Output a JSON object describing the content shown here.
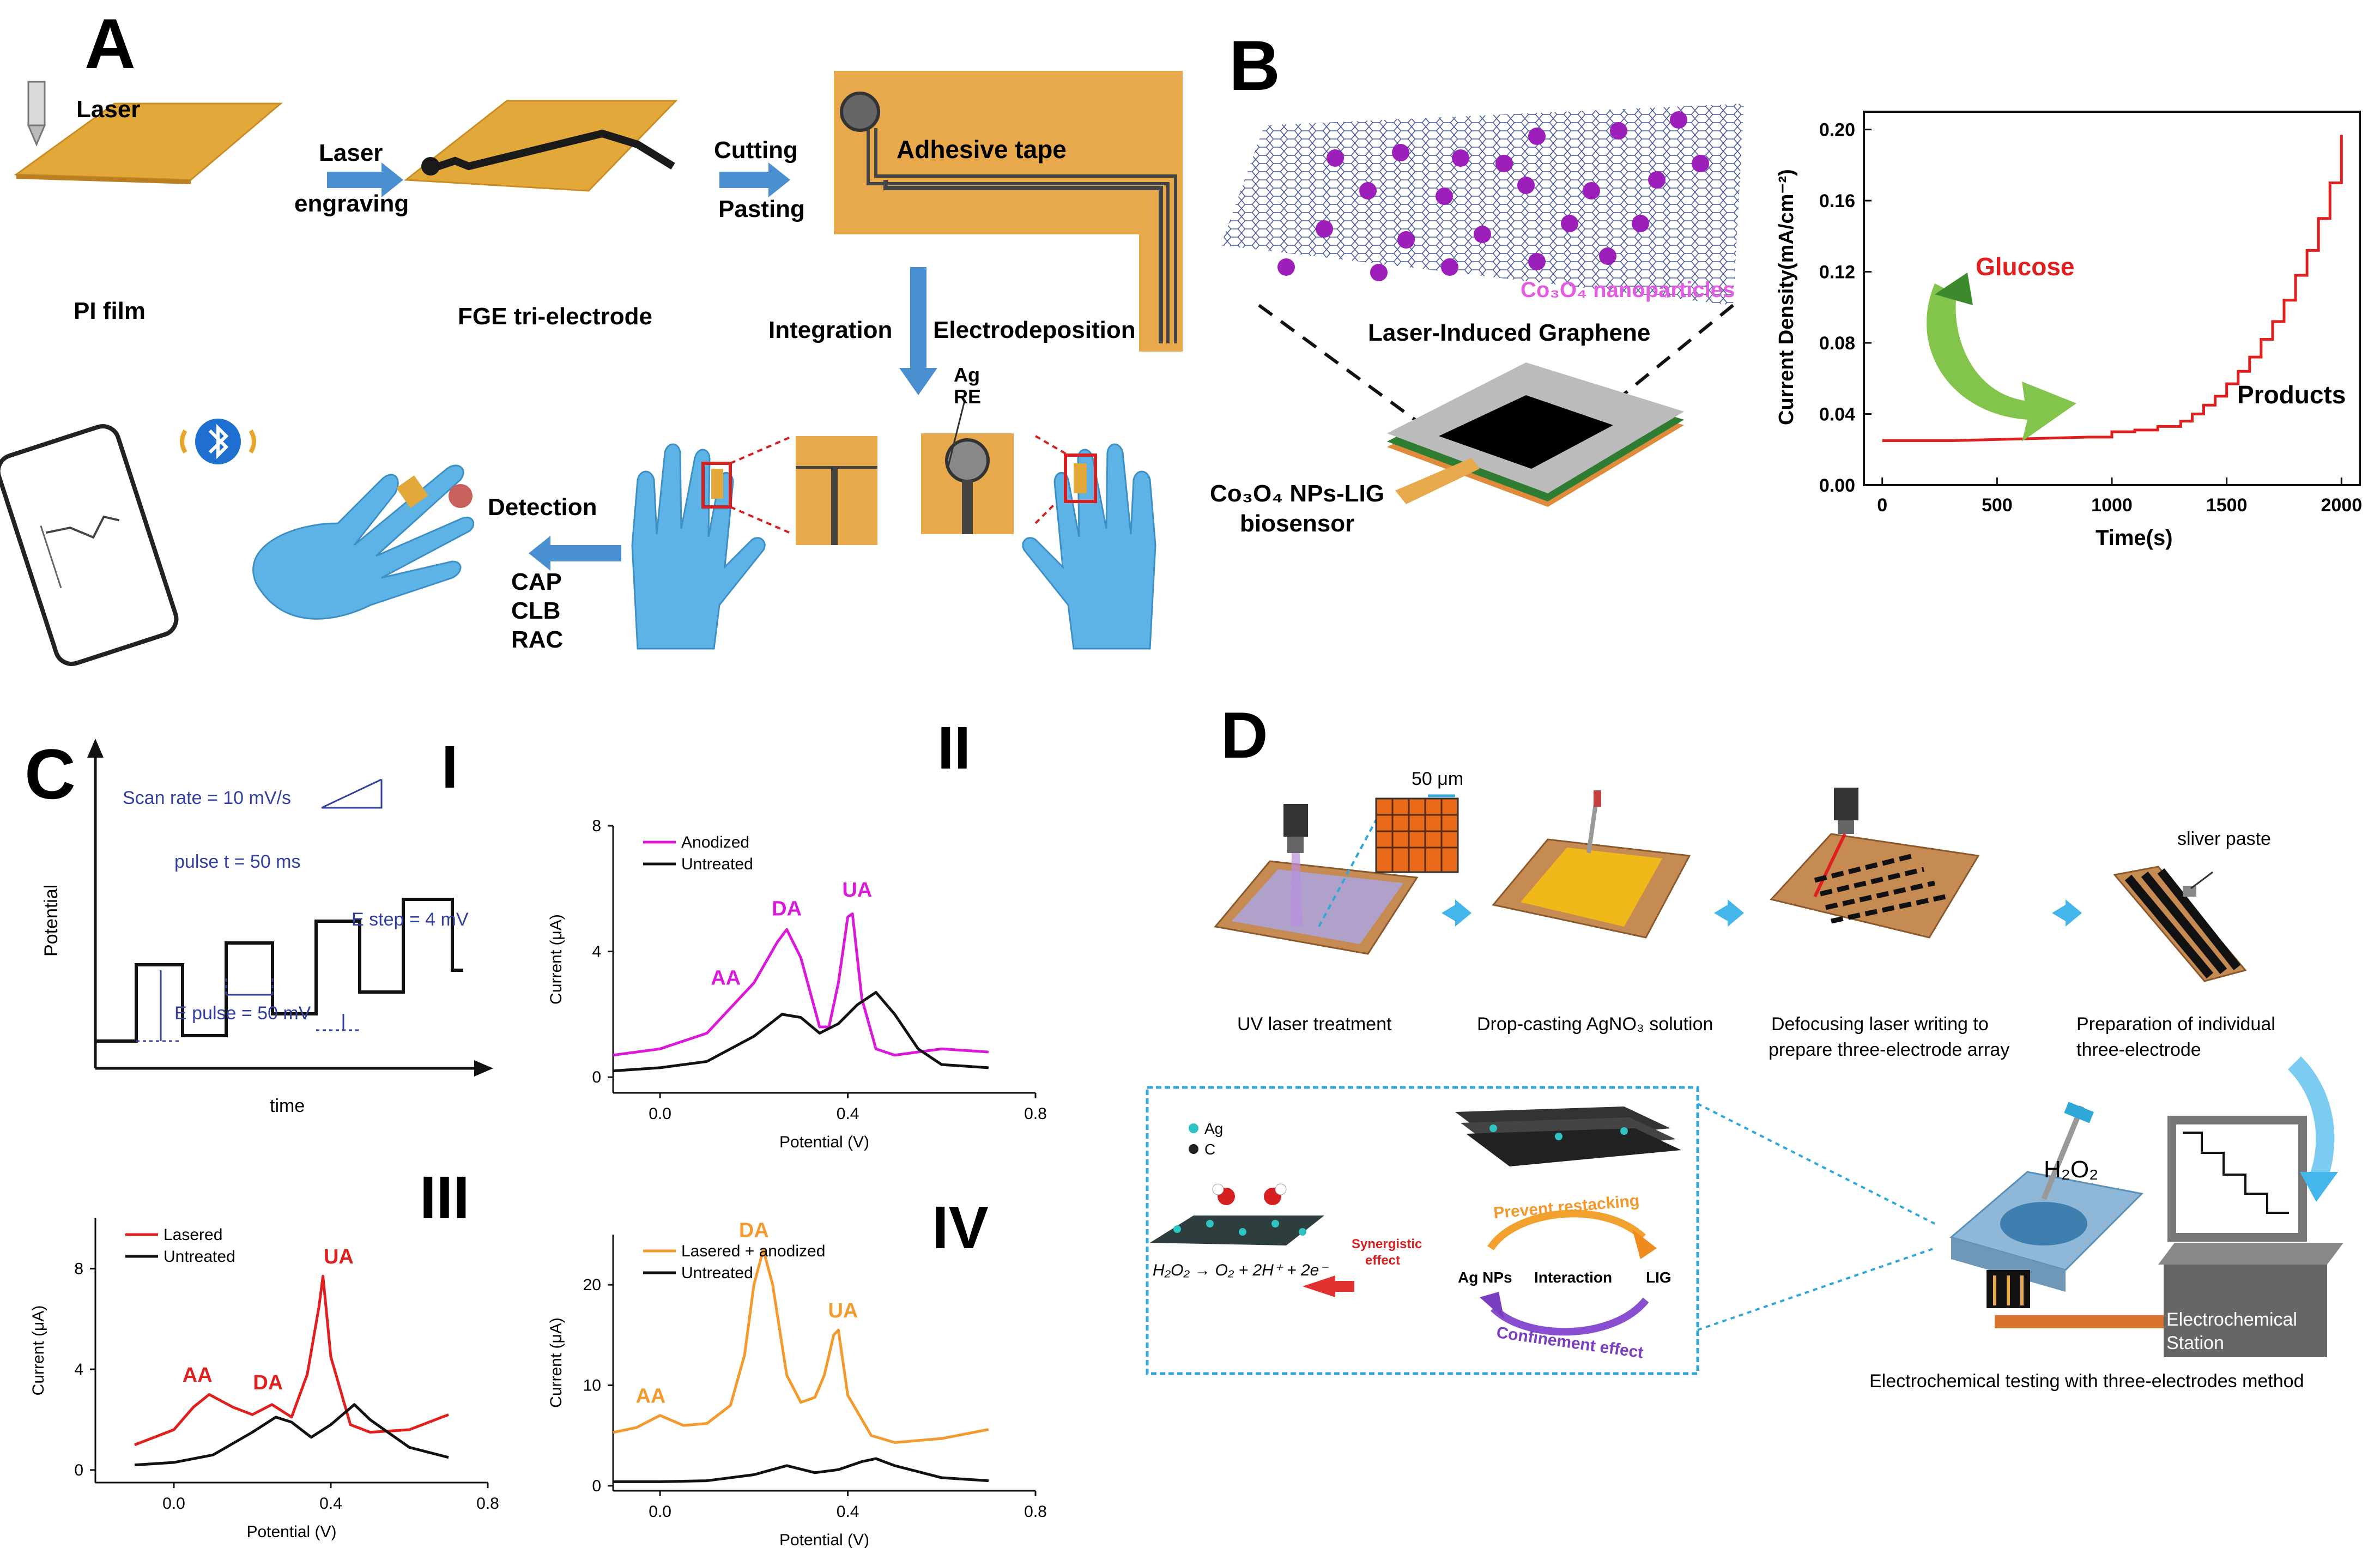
{
  "panel_a": {
    "letter": "A",
    "laser": "Laser",
    "pi_film": "PI film",
    "laser_engraving_1": "Laser",
    "laser_engraving_2": "engraving",
    "fge": "FGE tri-electrode",
    "cutting": "Cutting",
    "pasting": "Pasting",
    "adhesive_tape": "Adhesive tape",
    "integration": "Integration",
    "electrodeposition": "Electrodeposition",
    "ag": "Ag",
    "re": "RE",
    "detection": "Detection",
    "analytes": [
      "CAP",
      "CLB",
      "RAC"
    ],
    "colors": {
      "film": "#E3A83A",
      "glove": "#5EB3E6",
      "electrode": "#222222",
      "arrow": "#4A8FD0"
    }
  },
  "panel_b": {
    "letter": "B",
    "nanoparticles": "Co₃O₄ nanoparticles",
    "lig": "Laser-Induced Graphene",
    "biosensor_1": "Co₃O₄ NPs-LIG",
    "biosensor_2": "biosensor",
    "glucose": "Glucose",
    "products": "Products",
    "chart_data": {
      "type": "line",
      "xlabel": "Time(s)",
      "ylabel": "Current Density(mA/cm⁻²)",
      "xlim": [
        -80,
        2080
      ],
      "ylim": [
        0,
        0.21
      ],
      "xticks": [
        0,
        500,
        1000,
        1500,
        2000
      ],
      "yticks": [
        0.0,
        0.04,
        0.08,
        0.12,
        0.16,
        0.2
      ],
      "series": [
        {
          "color": "#E0201E",
          "x": [
            0,
            300,
            600,
            900,
            1000,
            1100,
            1200,
            1300,
            1350,
            1400,
            1450,
            1500,
            1550,
            1600,
            1650,
            1700,
            1750,
            1800,
            1850,
            1900,
            1950,
            2000
          ],
          "y": [
            0.025,
            0.025,
            0.026,
            0.027,
            0.03,
            0.031,
            0.033,
            0.036,
            0.04,
            0.045,
            0.05,
            0.057,
            0.064,
            0.072,
            0.082,
            0.092,
            0.104,
            0.118,
            0.132,
            0.15,
            0.17,
            0.197
          ]
        }
      ]
    }
  },
  "panel_c": {
    "letter": "C",
    "roman_1": "I",
    "roman_2": "II",
    "roman_3": "III",
    "roman_4": "IV",
    "pulse_plot": {
      "ylabel": "Potential",
      "xlabel": "time",
      "scan_rate": "Scan rate = 10 mV/s",
      "pulse_t": "pulse t = 50 ms",
      "e_step": "E step = 4 mV",
      "e_pulse": "E pulse = 50 mV"
    },
    "chart_data": [
      {
        "type": "line",
        "id": "II",
        "xlabel": "Potential (V)",
        "ylabel": "Current (μA)",
        "xlim": [
          -0.1,
          0.8
        ],
        "ylim": [
          -0.5,
          8
        ],
        "xticks": [
          0.0,
          0.4,
          0.8
        ],
        "yticks": [
          0,
          4,
          8
        ],
        "peaks": [
          "AA",
          "DA",
          "UA"
        ],
        "series": [
          {
            "name": "Anodized",
            "color": "#D91AD9",
            "x": [
              -0.1,
              0.0,
              0.1,
              0.15,
              0.2,
              0.25,
              0.27,
              0.3,
              0.34,
              0.36,
              0.38,
              0.4,
              0.41,
              0.43,
              0.46,
              0.5,
              0.6,
              0.7
            ],
            "y": [
              0.7,
              0.9,
              1.4,
              2.2,
              3.0,
              4.3,
              4.7,
              3.8,
              1.6,
              1.6,
              3.0,
              5.1,
              5.2,
              2.5,
              0.9,
              0.7,
              0.9,
              0.8
            ]
          },
          {
            "name": "Untreated",
            "color": "#111111",
            "x": [
              -0.1,
              0.0,
              0.1,
              0.2,
              0.26,
              0.3,
              0.34,
              0.38,
              0.42,
              0.46,
              0.5,
              0.55,
              0.6,
              0.7
            ],
            "y": [
              0.2,
              0.3,
              0.5,
              1.3,
              2.0,
              1.9,
              1.4,
              1.7,
              2.3,
              2.7,
              2.0,
              0.9,
              0.4,
              0.3
            ]
          }
        ]
      },
      {
        "type": "line",
        "id": "III",
        "xlabel": "Potential (V)",
        "ylabel": "Current (μA)",
        "xlim": [
          -0.2,
          0.8
        ],
        "ylim": [
          -0.5,
          10
        ],
        "xticks": [
          0.0,
          0.4,
          0.8
        ],
        "yticks": [
          0,
          4,
          8
        ],
        "peaks": [
          "AA",
          "DA",
          "UA"
        ],
        "series": [
          {
            "name": "Lasered",
            "color": "#E0201E",
            "x": [
              -0.1,
              0.0,
              0.05,
              0.09,
              0.15,
              0.2,
              0.25,
              0.3,
              0.34,
              0.37,
              0.38,
              0.4,
              0.45,
              0.5,
              0.6,
              0.7
            ],
            "y": [
              1.0,
              1.6,
              2.5,
              3.0,
              2.5,
              2.2,
              2.6,
              2.1,
              3.8,
              6.5,
              7.7,
              4.5,
              1.8,
              1.5,
              1.6,
              2.2
            ]
          },
          {
            "name": "Untreated",
            "color": "#111111",
            "x": [
              -0.1,
              0.0,
              0.1,
              0.2,
              0.26,
              0.3,
              0.35,
              0.4,
              0.46,
              0.5,
              0.6,
              0.7
            ],
            "y": [
              0.2,
              0.3,
              0.6,
              1.5,
              2.1,
              1.9,
              1.3,
              1.8,
              2.6,
              2.0,
              0.9,
              0.5
            ]
          }
        ]
      },
      {
        "type": "line",
        "id": "IV",
        "xlabel": "Potential (V)",
        "ylabel": "Current (μA)",
        "xlim": [
          -0.1,
          0.8
        ],
        "ylim": [
          -0.5,
          25
        ],
        "xticks": [
          0.0,
          0.4,
          0.8
        ],
        "yticks": [
          0,
          10,
          20
        ],
        "peaks": [
          "AA",
          "DA",
          "UA"
        ],
        "series": [
          {
            "name": "Lasered + anodized",
            "color": "#F29A2E",
            "x": [
              -0.1,
              -0.05,
              0.0,
              0.05,
              0.1,
              0.15,
              0.18,
              0.2,
              0.22,
              0.24,
              0.27,
              0.3,
              0.33,
              0.35,
              0.37,
              0.38,
              0.4,
              0.45,
              0.5,
              0.6,
              0.7
            ],
            "y": [
              5.3,
              5.8,
              7.0,
              6.0,
              6.2,
              8.0,
              13.0,
              20.0,
              23.5,
              20.0,
              11.0,
              8.3,
              8.8,
              11.0,
              15.0,
              15.5,
              9.0,
              5.0,
              4.3,
              4.7,
              5.6
            ]
          },
          {
            "name": "Untreated",
            "color": "#111111",
            "x": [
              -0.1,
              0.0,
              0.1,
              0.2,
              0.27,
              0.33,
              0.38,
              0.43,
              0.46,
              0.5,
              0.6,
              0.7
            ],
            "y": [
              0.4,
              0.4,
              0.5,
              1.1,
              2.0,
              1.3,
              1.6,
              2.4,
              2.7,
              2.0,
              0.8,
              0.5
            ]
          }
        ]
      }
    ]
  },
  "panel_d": {
    "letter": "D",
    "scale": "50 μm",
    "sliver": "sliver paste",
    "steps": [
      [
        "UV laser treatment"
      ],
      [
        "Drop-casting AgNO₃ solution"
      ],
      [
        "Defocusing laser writing to",
        "prepare three-electrode array"
      ],
      [
        "Preparation of individual",
        "three-electrode"
      ]
    ],
    "ag": "Ag",
    "c": "C",
    "prevent": "Prevent restacking",
    "confinement": "Confinement effect",
    "ag_nps": "Ag NPs",
    "interaction": "Interaction",
    "lig": "LIG",
    "synergistic_1": "Synergistic",
    "synergistic_2": "effect",
    "equation": "H₂O₂ → O₂ + 2H⁺ + 2e⁻",
    "h2o2": "H₂O₂",
    "station_1": "Electrochemical",
    "station_2": "Station",
    "caption": "Electrochemical testing with three-electrodes method"
  }
}
